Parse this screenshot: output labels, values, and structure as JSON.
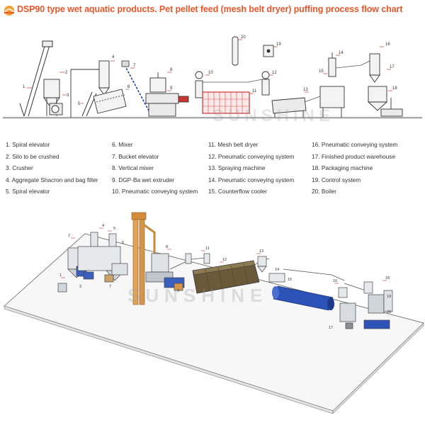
{
  "header": {
    "title": "DSP90 type wet aquatic products. Pet pellet feed (mesh belt dryer) puffing process flow chart",
    "watermark": "SUNSHINE",
    "brand_color": "#e8562a"
  },
  "schematic_numbers": [
    "1",
    "2",
    "3",
    "4",
    "5",
    "6",
    "7",
    "8",
    "9",
    "10",
    "11",
    "12",
    "13",
    "14",
    "15",
    "16",
    "17",
    "18",
    "19",
    "20"
  ],
  "legend": {
    "col1": [
      "1. Spiral elevator",
      "2. Silo to be crushed",
      "3. Crusher",
      "4. Aggregate Shacron and bag filter",
      "5. Spiral elevator"
    ],
    "col2": [
      "6. Mixer",
      "7. Bucket elevator",
      "8. Vertical mixer",
      "9. DGP-Ba wet extruder",
      "10. Pneumatic conveying system"
    ],
    "col3": [
      "11. Mesh belt dryer",
      "12. Pneumatic conveying system",
      "13. Spraying machine",
      "14. Pneumatic conveying system",
      "15. Counterflow cooler"
    ],
    "col4": [
      "16. Pneumatic conveying system",
      "17. Finished product warehouse",
      "18. Packaging machine",
      "19. Control system",
      "20. Boiler"
    ]
  },
  "layout_numbers": [
    "1",
    "2",
    "3",
    "4",
    "5",
    "6",
    "7",
    "8",
    "9",
    "11",
    "12",
    "13",
    "14",
    "15",
    "16",
    "17",
    "18",
    "19",
    "20"
  ]
}
